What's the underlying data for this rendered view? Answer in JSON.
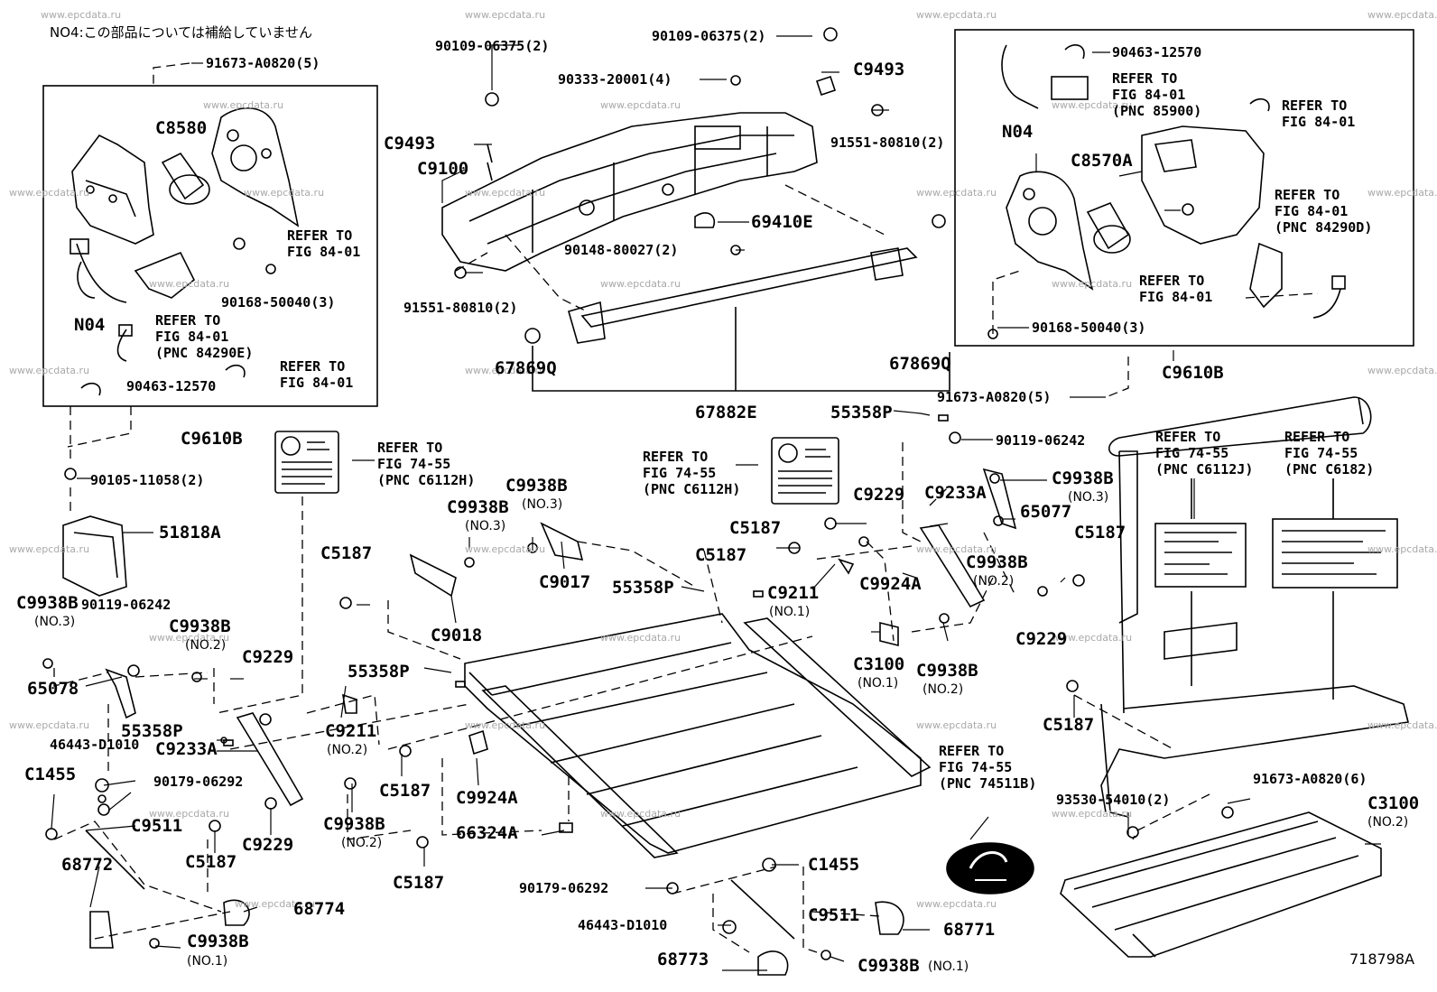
{
  "note": "NO4:この部品については補給していません",
  "figure_id": "718798A",
  "watermark": "www.epcdata.ru",
  "labels": {
    "p91673_a0820_5_top": "91673-A0820(5)",
    "c8580": "C8580",
    "refer_84_01_a": "REFER TO",
    "refer_84_01_a2": "FIG 84-01",
    "p90168_50040_left": "90168-50040(3)",
    "n04_left": "N04",
    "refer_84290e_1": "REFER TO",
    "refer_84290e_2": "FIG 84-01",
    "refer_84290e_3": "(PNC 84290E)",
    "refer_84_01_b1": "REFER TO",
    "refer_84_01_b2": "FIG 84-01",
    "p90463_12570_left": "90463-12570",
    "c9610b_left": "C9610B",
    "p90109_06375_a": "90109-06375(2)",
    "p90109_06375_b": "90109-06375(2)",
    "c9493_right": "C9493",
    "p90333_20001": "90333-20001(4)",
    "p91551_80810_right": "91551-80810(2)",
    "c9493_left": "C9493",
    "c9100": "C9100",
    "p69410e": "69410E",
    "p90148_80027": "90148-80027(2)",
    "p91551_80810_left": "91551-80810(2)",
    "p67869q_left": "67869Q",
    "p67869q_right": "67869Q",
    "p67882e": "67882E",
    "p90463_12570_right": "90463-12570",
    "refer_85900_1": "REFER TO",
    "refer_85900_2": "FIG 84-01",
    "refer_85900_3": "(PNC 85900)",
    "refer_84_01_c1": "REFER TO",
    "refer_84_01_c2": "FIG 84-01",
    "n04_right": "N04",
    "c8570a": "C8570A",
    "refer_84290d_1": "REFER TO",
    "refer_84290d_2": "FIG 84-01",
    "refer_84290d_3": "(PNC 84290D)",
    "refer_84_01_d1": "REFER TO",
    "refer_84_01_d2": "FIG 84-01",
    "p90168_50040_right": "90168-50040(3)",
    "c9610b_right": "C9610B",
    "p91673_a0820_5_right": "91673-A0820(5)",
    "p55358p_top": "55358P",
    "p90119_06242_right": "90119-06242",
    "refer_6112h_a1": "REFER TO",
    "refer_6112h_a2": "FIG 74-55",
    "refer_6112h_a3": "(PNC C6112H)",
    "refer_6112h_b1": "REFER TO",
    "refer_6112h_b2": "FIG 74-55",
    "refer_6112h_b3": "(PNC C6112H)",
    "refer_6112j_1": "REFER TO",
    "refer_6112j_2": "FIG 74-55",
    "refer_6112j_3": "(PNC C6112J)",
    "refer_6182_1": "REFER TO",
    "refer_6182_2": "FIG 74-55",
    "refer_6182_3": "(PNC C6182)",
    "p90105_11058": "90105-11058(2)",
    "p51818a": "51818A",
    "c9938b_no3_a": "C9938B",
    "c9938b_no3_a_sub": "(NO.3)",
    "c9938b_no3_b": "C9938B",
    "c9938b_no3_b_sub": "(NO.3)",
    "c9017": "C9017",
    "c9229_top": "C9229",
    "c9233a_right": "C9233A",
    "c9938b_no3_c": "C9938B",
    "c9938b_no3_c_sub": "(NO.3)",
    "p65077": "65077",
    "c5187_a": "C5187",
    "c5187_b": "C5187",
    "c5187_c": "C5187",
    "c5187_left": "C5187",
    "c9938b_no2_right": "C9938B",
    "c9938b_no2_right_sub": "(NO.2)",
    "p55358p_mid": "55358P",
    "c9211_no1": "C9211",
    "c9211_no1_sub": "(NO.1)",
    "c9924a_top": "C9924A",
    "c9229_right": "C9229",
    "c9018": "C9018",
    "c9938b_no3_left": "C9938B",
    "c9938b_no3_left_sub": "(NO.3)",
    "p90119_06242_left": "90119-06242",
    "c9938b_no2_left": "C9938B",
    "c9938b_no2_left_sub": "(NO.2)",
    "c9229_left": "C9229",
    "p65078": "65078",
    "p55358p_left": "55358P",
    "p55358p_low": "55358P",
    "c9233a_left": "C9233A",
    "p46443_d1010_left": "46443-D1010",
    "c1455_left": "C1455",
    "p90179_06292_left": "90179-06292",
    "c9511_left": "C9511",
    "c5187_low_left": "C5187",
    "c9229_low": "C9229",
    "c9211_no2": "C9211",
    "c9211_no2_sub": "(NO.2)",
    "c5187_mid": "C5187",
    "c9938b_no2_mid": "C9938B",
    "c9938b_no2_mid_sub": "(NO.2)",
    "c9924a_low": "C9924A",
    "p66324a": "66324A",
    "c5187_bottom": "C5187",
    "c3100_no1": "C3100",
    "c3100_no1_sub": "(NO.1)",
    "c9938b_no2_c": "C9938B",
    "c9938b_no2_c_sub": "(NO.2)",
    "c5187_far": "C5187",
    "refer_74511b_1": "REFER TO",
    "refer_74511b_2": "FIG 74-55",
    "refer_74511b_3": "(PNC 74511B)",
    "p91673_a0820_6": "91673-A0820(6)",
    "p93530_54010": "93530-54010(2)",
    "c3100_no2": "C3100",
    "c3100_no2_sub": "(NO.2)",
    "p68772": "68772",
    "p68774": "68774",
    "c9938b_no1_left": "C9938B",
    "c9938b_no1_left_sub": "(NO.1)",
    "c1455_bottom": "C1455",
    "p90179_06292_bottom": "90179-06292",
    "p46443_d1010_bottom": "46443-D1010",
    "c9511_bottom": "C9511",
    "p68771": "68771",
    "p68773": "68773",
    "c9938b_no1_bottom": "C9938B",
    "c9938b_no1_bottom_sub": "(NO.1)"
  }
}
